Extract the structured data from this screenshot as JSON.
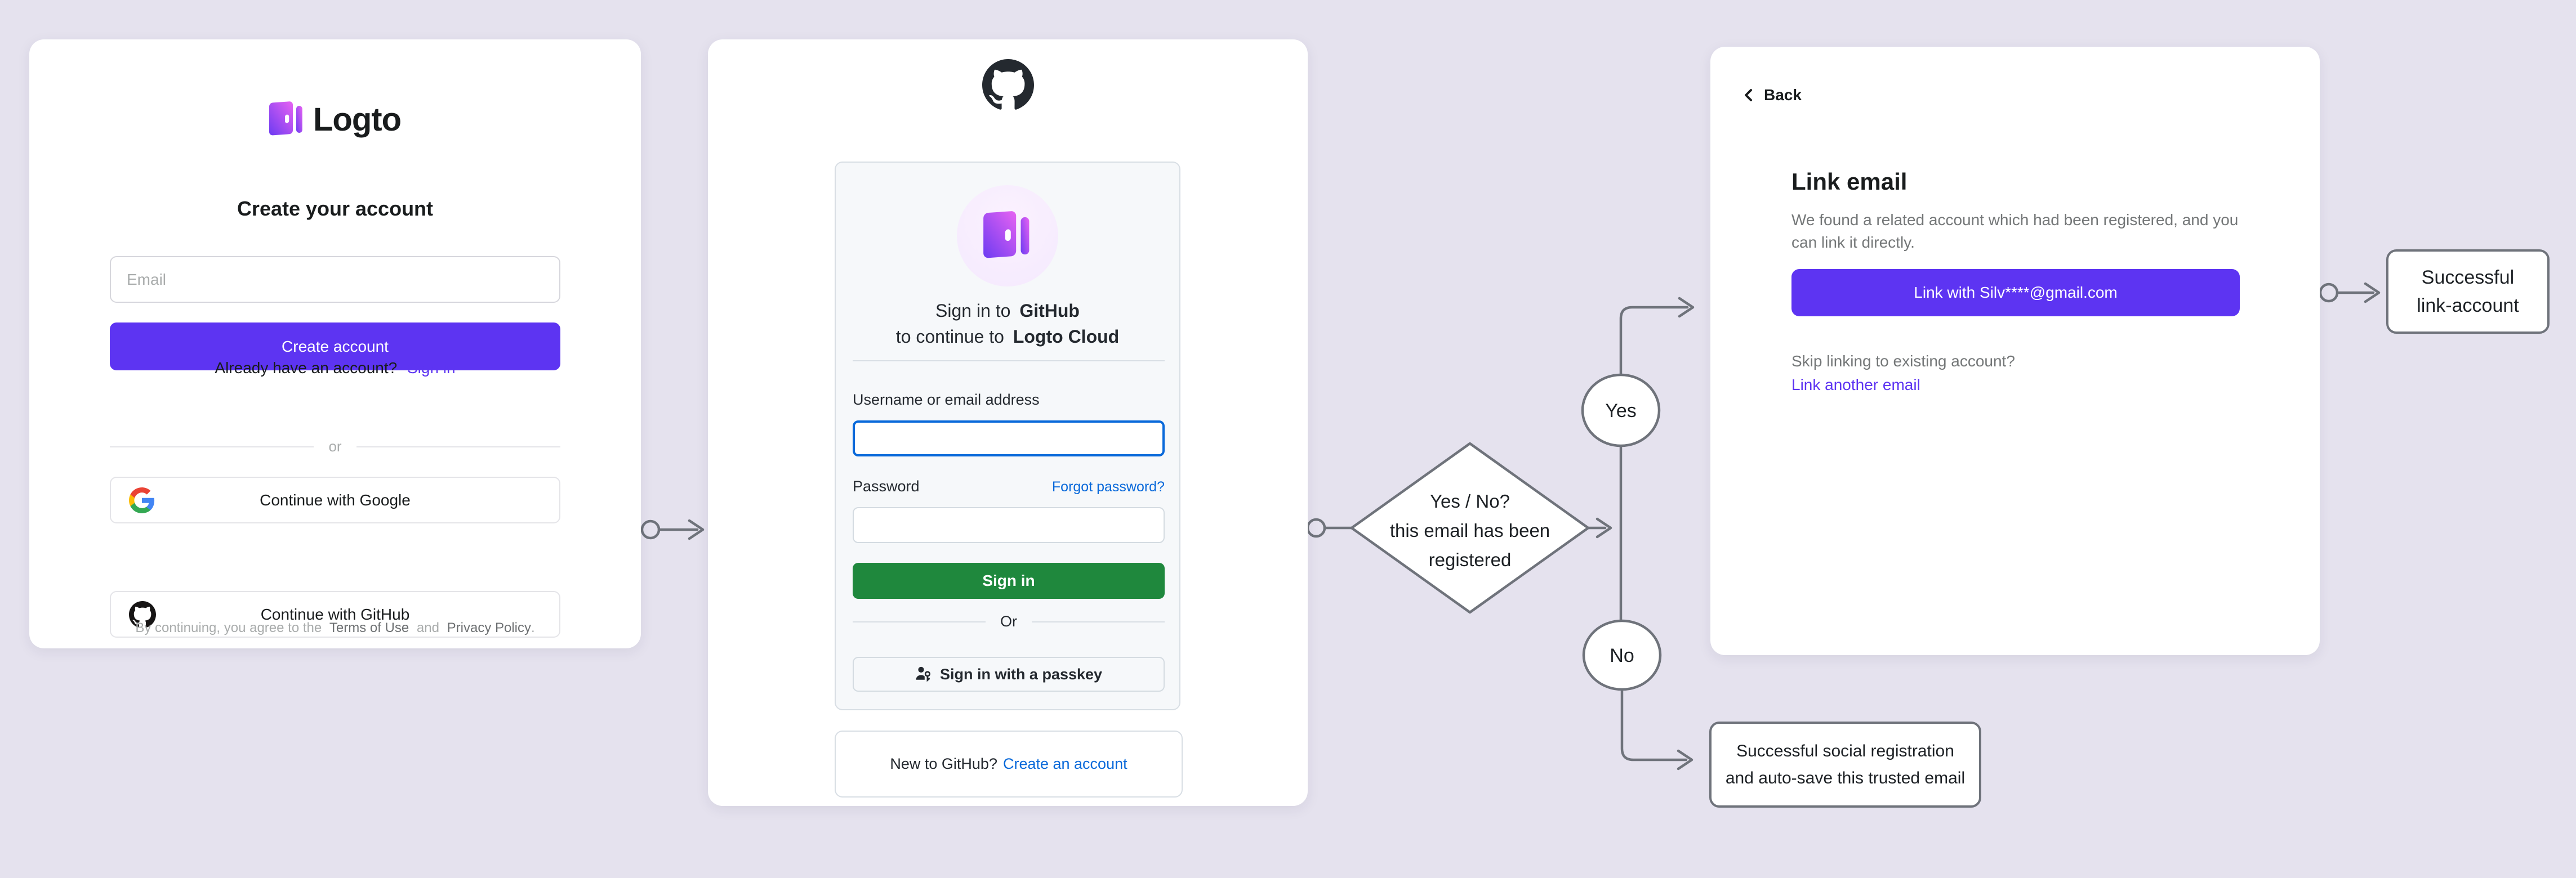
{
  "colors": {
    "background": "#e5e2ee",
    "card": "#ffffff",
    "logto_purple": "#5d34f2",
    "logto_gradient_start": "#e863f2",
    "logto_gradient_end": "#6c3bf2",
    "github_green": "#1f883d",
    "github_blue": "#0969da",
    "github_dark": "#24292f",
    "text_dark": "#191c1d",
    "text_gray": "#747778",
    "flow_stroke": "#6f737b"
  },
  "icons": {
    "logto_logo": "door-icon",
    "google": "google-g-icon",
    "github": "octocat-icon",
    "passkey": "person-key-icon",
    "back": "chevron-left-icon"
  },
  "left_card": {
    "brand": "Logto",
    "title": "Create your account",
    "email_placeholder": "Email",
    "create_button": "Create account",
    "signin_prompt": "Already have an account?",
    "signin_link": "Sign in",
    "divider": "or",
    "google_button": "Continue with Google",
    "github_button": "Continue with GitHub",
    "terms_prefix": "By continuing, you agree to the",
    "terms_link1": "Terms of Use",
    "terms_conj": "and",
    "terms_link2": "Privacy Policy",
    "terms_suffix": "."
  },
  "middle_card": {
    "h1_prefix": "Sign in to",
    "h1_bold": "GitHub",
    "h2_prefix": "to continue to",
    "h2_bold": "Logto Cloud",
    "username_label": "Username or email address",
    "username_value": "",
    "password_label": "Password",
    "password_value": "",
    "forgot_link": "Forgot password?",
    "signin_button": "Sign in",
    "divider": "Or",
    "passkey_button": "Sign in with a passkey",
    "new_prompt": "New to GitHub?",
    "create_link": "Create an account"
  },
  "right_card": {
    "back": "Back",
    "title": "Link email",
    "description": "We found a related account which had been registered, and you can link it directly.",
    "link_button": "Link with Silv****@gmail.com",
    "skip_text": "Skip linking to existing account?",
    "link_another": "Link another email"
  },
  "flow": {
    "decision_line1": "Yes / No?",
    "decision_line2": "this email has been",
    "decision_line3": "registered",
    "yes_label": "Yes",
    "no_label": "No",
    "outcome_link_line1": "Successful",
    "outcome_link_line2": "link-account",
    "outcome_social_line1": "Successful social registration",
    "outcome_social_line2": "and auto-save this trusted email"
  }
}
